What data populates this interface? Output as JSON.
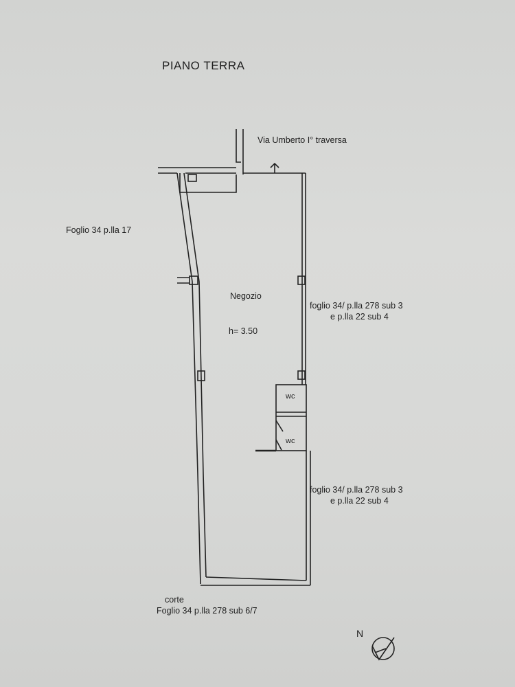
{
  "plan": {
    "title": "PIANO TERRA",
    "street": "Via Umberto I° traversa",
    "left_parcel": "Foglio 34 p.lla 17",
    "room_name": "Negozio",
    "room_height": "h= 3.50",
    "right_parcel_upper_1": "foglio 34/ p.lla 278 sub 3",
    "right_parcel_upper_2": "e p.lla 22  sub 4",
    "right_parcel_lower_1": "foglio 34/ p.lla 278 sub 3",
    "right_parcel_lower_2": "e p.lla 22  sub 4",
    "wc_upper": "wc",
    "wc_lower": "wc",
    "courtyard": "corte",
    "courtyard_parcel": "Foglio 34 p.lla 278 sub 6/7",
    "north": "N"
  },
  "colors": {
    "ink": "#1f1f1f",
    "paper": "#d6d7d5"
  }
}
